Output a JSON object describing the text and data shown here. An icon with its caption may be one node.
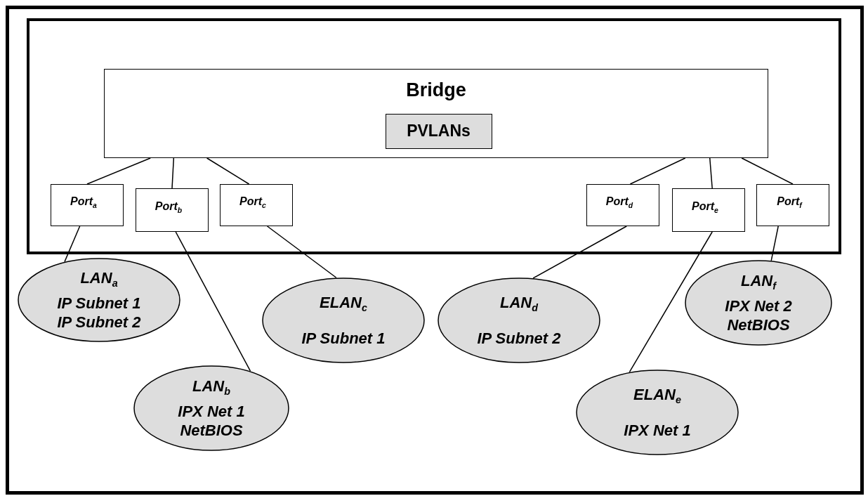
{
  "diagram": {
    "nodes": [
      {
        "text": [],
        "shape": "box"
      },
      {
        "text": [
          "Bridge"
        ],
        "in": 0
      },
      {
        "text": [
          "PVLANs"
        ],
        "in": 1
      },
      {
        "text": [
          "Port$_{a}$"
        ],
        "in": 0
      },
      {
        "text": [
          "Port$_{b}$"
        ],
        "in": 0
      },
      {
        "text": [
          "Port$_{c}$"
        ],
        "in": 0
      },
      {
        "text": [
          "Port$_{d}$"
        ],
        "in": 0
      },
      {
        "text": [
          "Port$_{e}$"
        ],
        "in": 0
      },
      {
        "text": [
          "Port$_{f}$"
        ],
        "in": 0
      },
      {
        "text": [
          "LAN$_{a}$",
          "IP Subnet 1",
          "IP Subnet 2"
        ]
      },
      {
        "text": [
          "LAN$_{b}$",
          "IPX Net 1",
          "NetBIOS"
        ]
      },
      {
        "text": [
          "ELAN$_{c}$",
          "IP Subnet 1"
        ]
      },
      {
        "text": [
          "LAN$_{d}$",
          "IP Subnet 2"
        ]
      },
      {
        "text": [
          "ELAN$_{e}$",
          "IPX Net 1"
        ]
      },
      {
        "text": [
          "LAN$_{f}$",
          "IPX Net 2",
          "NetBIOS"
        ]
      }
    ],
    "edges": [
      {
        "from": 1,
        "to": 3,
        "arrow": "none"
      },
      {
        "from": 1,
        "to": 4,
        "arrow": "none"
      },
      {
        "from": 1,
        "to": 5,
        "arrow": "none"
      },
      {
        "from": 1,
        "to": 6,
        "arrow": "none"
      },
      {
        "from": 1,
        "to": 7,
        "arrow": "none"
      },
      {
        "from": 1,
        "to": 8,
        "arrow": "none"
      },
      {
        "from": 3,
        "to": 9,
        "arrow": "none"
      },
      {
        "from": 4,
        "to": 10,
        "arrow": "none"
      },
      {
        "from": 5,
        "to": 11,
        "arrow": "none"
      },
      {
        "from": 6,
        "to": 12,
        "arrow": "none"
      },
      {
        "from": 7,
        "to": 13,
        "arrow": "none"
      },
      {
        "from": 8,
        "to": 14,
        "arrow": "none"
      }
    ]
  }
}
